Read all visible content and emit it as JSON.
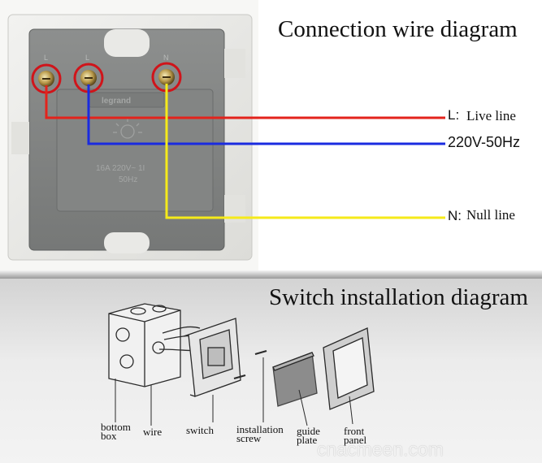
{
  "top_panel": {
    "title": "Connection wire diagram",
    "module_brand": "legrand",
    "terminal_marks": [
      "L",
      "L",
      "N"
    ],
    "rating_text": "16A 220V~ 1I",
    "rating_freq": "50Hz",
    "wire_colors": {
      "live": "#e3231c",
      "switched": "#1a2be0",
      "neutral": "#f5ea1a"
    },
    "labels": {
      "live_prefix": "L:",
      "live_text": "Live line",
      "voltage": "220V-50Hz",
      "null_prefix": "N:",
      "null_text": "Null line"
    }
  },
  "bottom_panel": {
    "title": "Switch installation diagram",
    "parts": [
      {
        "line1": "bottom",
        "line2": "box"
      },
      {
        "line1": "wire",
        "line2": ""
      },
      {
        "line1": "switch",
        "line2": ""
      },
      {
        "line1": "installation",
        "line2": "screw"
      },
      {
        "line1": "guide",
        "line2": "plate"
      },
      {
        "line1": "front",
        "line2": "panel"
      }
    ]
  },
  "watermark": "cnacmeen.com"
}
